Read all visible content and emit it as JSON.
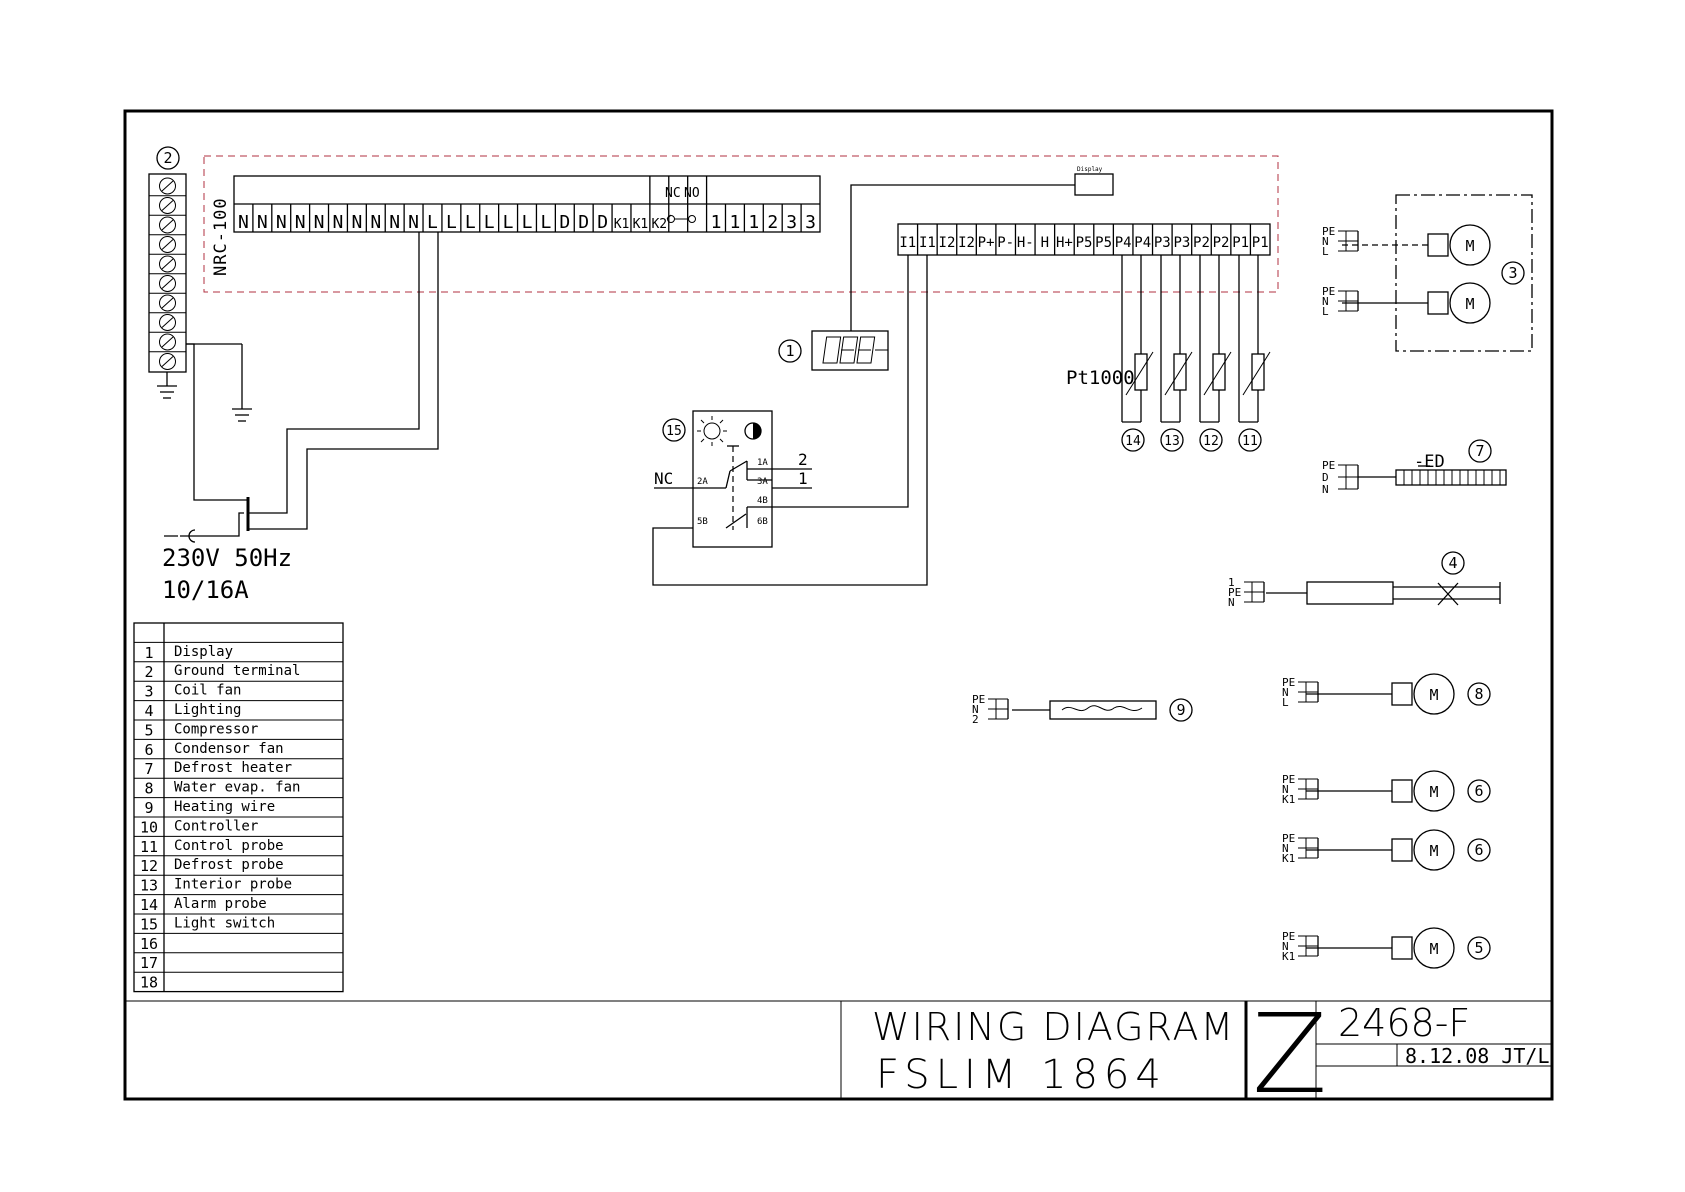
{
  "controller": {
    "name": "NRC-100"
  },
  "top_terminals": [
    "N",
    "N",
    "N",
    "N",
    "N",
    "N",
    "N",
    "N",
    "N",
    "N",
    "L",
    "L",
    "L",
    "L",
    "L",
    "L",
    "L",
    "D",
    "D",
    "D",
    "K1",
    "K1",
    "K2",
    "",
    "",
    "1",
    "1",
    "1",
    "2",
    "3",
    "3"
  ],
  "relay_contact_labels": {
    "nc": "NC",
    "no": "NO"
  },
  "sensor_terminals": [
    "I1",
    "I1",
    "I2",
    "I2",
    "P+",
    "P-",
    "H-",
    "H",
    "H+",
    "P5",
    "P5",
    "P4",
    "P4",
    "P3",
    "P3",
    "P2",
    "P2",
    "P1",
    "P1"
  ],
  "display_box_label": "Display",
  "probe_type_label": "Pt1000",
  "supply": {
    "voltage": "230V  50Hz",
    "current": "10/16A"
  },
  "light_switch": {
    "terminals": [
      "1A",
      "2A",
      "3A",
      "4B",
      "5B",
      "6B"
    ],
    "line_2": "2",
    "line_1": "1",
    "nc": "NC"
  },
  "defrost_heater_tag": "-ED",
  "wire_labels": {
    "pe_n_l": [
      "PE",
      "N",
      "L"
    ],
    "pe_d_n": [
      "PE",
      "D",
      "N"
    ],
    "one_pe_n": [
      "1",
      "PE",
      "N"
    ],
    "pe_n_2": [
      "PE",
      "N",
      "2"
    ],
    "pe_n_k1": [
      "PE",
      "N",
      "K1"
    ]
  },
  "motor_symbol": "M",
  "callouts": {
    "display": "1",
    "ground": "2",
    "coil_fan": "3",
    "lighting": "4",
    "compressor": "5",
    "condensor_fan": "6",
    "defrost_heater": "7",
    "water_fan": "8",
    "heating_wire": "9",
    "probe_11": "11",
    "probe_12": "12",
    "probe_13": "13",
    "probe_14": "14",
    "light_switch": "15"
  },
  "legend": [
    {
      "no": "1",
      "text": "Display"
    },
    {
      "no": "2",
      "text": "Ground  terminal"
    },
    {
      "no": "3",
      "text": "Coil  fan"
    },
    {
      "no": "4",
      "text": "Lighting"
    },
    {
      "no": "5",
      "text": "Compressor"
    },
    {
      "no": "6",
      "text": "Condensor  fan"
    },
    {
      "no": "7",
      "text": "Defrost  heater"
    },
    {
      "no": "8",
      "text": "Water  evap.  fan"
    },
    {
      "no": "9",
      "text": "Heating  wire"
    },
    {
      "no": "10",
      "text": "Controller"
    },
    {
      "no": "11",
      "text": "Control  probe"
    },
    {
      "no": "12",
      "text": "Defrost  probe"
    },
    {
      "no": "13",
      "text": "Interior  probe"
    },
    {
      "no": "14",
      "text": "Alarm  probe"
    },
    {
      "no": "15",
      "text": "Light  switch"
    },
    {
      "no": "16",
      "text": ""
    },
    {
      "no": "17",
      "text": ""
    },
    {
      "no": "18",
      "text": ""
    }
  ],
  "title_block": {
    "title": "WIRING  DIAGRAM",
    "model": "FSLIM  1864",
    "size_code": "Z",
    "drawing_no": "2468-F",
    "date": "8.12.08  JT/L"
  }
}
